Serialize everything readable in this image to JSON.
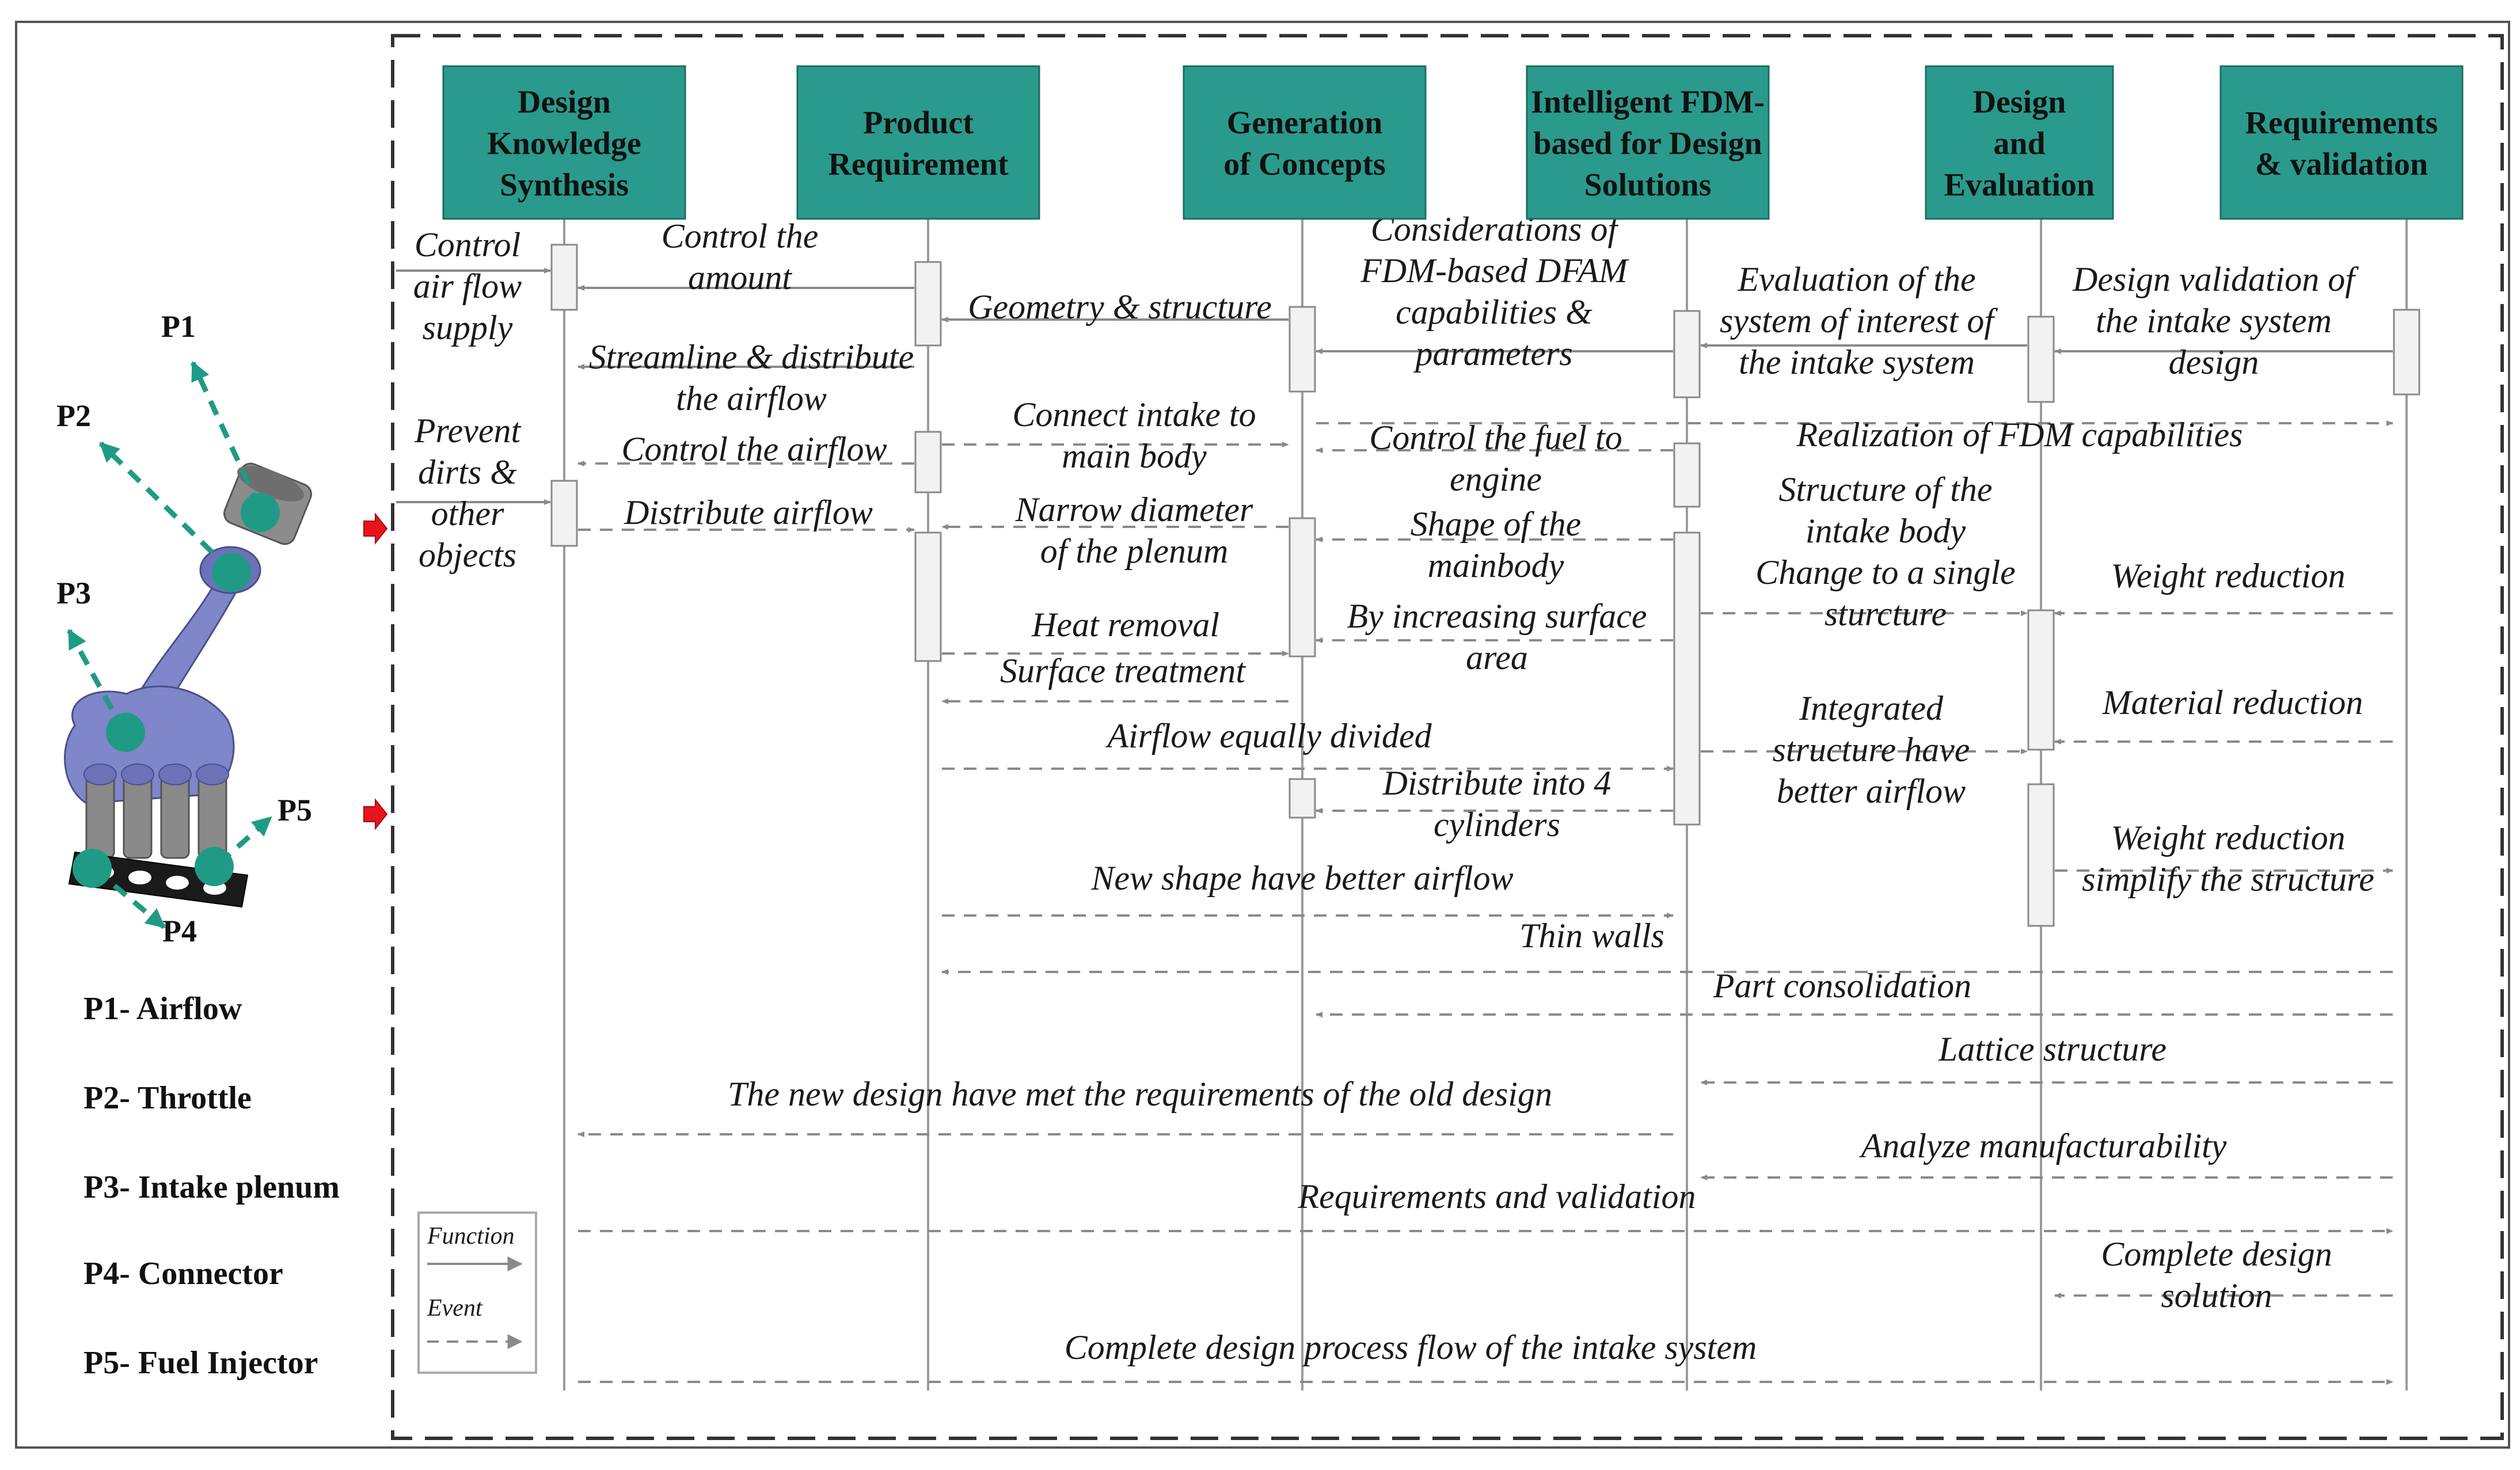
{
  "colors": {
    "header_fill": "#2a9a8c",
    "header_stroke": "#1b6e63",
    "line": "#9b9b9b",
    "arrow_red": "#e8141b",
    "part_blue": "#7f86c9",
    "part_grey": "#8c8c8c",
    "marker_teal": "#1f9a85"
  },
  "headers": [
    [
      "Design",
      "Knowledge",
      "Synthesis"
    ],
    [
      "Product",
      "Requirement"
    ],
    [
      "Generation",
      "of Concepts"
    ],
    [
      "Intelligent FDM-",
      "based for Design",
      "Solutions"
    ],
    [
      "Design",
      "and",
      "Evaluation"
    ],
    [
      "Requirements",
      "& validation"
    ]
  ],
  "messages": [
    {
      "text": [
        "Control the",
        "amount"
      ],
      "from": 1,
      "to": 0,
      "style": "solid"
    },
    {
      "text": [
        "Geometry & structure"
      ],
      "from": 2,
      "to": 1,
      "style": "solid"
    },
    {
      "text": [
        "Considerations of",
        "FDM-based DFAM",
        "capabilities &",
        "parameters"
      ],
      "from": 3,
      "to": 2,
      "style": "solid"
    },
    {
      "text": [
        "Evaluation of the",
        "system of interest of",
        "the intake system"
      ],
      "from": 4,
      "to": 3,
      "style": "solid"
    },
    {
      "text": [
        "Design validation of",
        "the intake system",
        "design"
      ],
      "from": 5,
      "to": 4,
      "style": "solid"
    },
    {
      "text": [
        "Streamline & distribute",
        "the airflow"
      ],
      "from": 1,
      "to": 0,
      "style": "solid"
    },
    {
      "text": [
        "Realization of FDM capabilities"
      ],
      "from": 2,
      "to": 5,
      "style": "dashed"
    },
    {
      "text": [
        "Connect intake to",
        "main body"
      ],
      "from": 1,
      "to": 2,
      "style": "dashed"
    },
    {
      "text": [
        "Control the fuel to",
        "engine"
      ],
      "from": 3,
      "to": 2,
      "style": "dashed"
    },
    {
      "text": [
        "Control the airflow"
      ],
      "from": 1,
      "to": 0,
      "style": "dashed"
    },
    {
      "text": [
        "Distribute airflow"
      ],
      "from": 0,
      "to": 1,
      "style": "dashed"
    },
    {
      "text": [
        "Narrow diameter",
        "of the plenum"
      ],
      "from": 2,
      "to": 1,
      "style": "dashed"
    },
    {
      "text": [
        "Shape of the",
        "mainbody"
      ],
      "from": 3,
      "to": 2,
      "style": "dashed"
    },
    {
      "text": [
        "Structure of the",
        "intake body",
        "Change to a single",
        "sturcture"
      ],
      "from": 3,
      "to": 4,
      "style": "dashed"
    },
    {
      "text": [
        "Weight reduction"
      ],
      "from": 5,
      "to": 4,
      "style": "dashed"
    },
    {
      "text": [
        "Heat removal"
      ],
      "from": 1,
      "to": 2,
      "style": "dashed"
    },
    {
      "text": [
        "By increasing surface",
        "area"
      ],
      "from": 3,
      "to": 2,
      "style": "dashed"
    },
    {
      "text": [
        "Surface treatment"
      ],
      "from": 2,
      "to": 1,
      "style": "dashed"
    },
    {
      "text": [
        "Material reduction"
      ],
      "from": 5,
      "to": 4,
      "style": "dashed"
    },
    {
      "text": [
        "Integrated",
        "structure have",
        "better airflow"
      ],
      "from": 3,
      "to": 4,
      "style": "dashed"
    },
    {
      "text": [
        "Airflow equally divided"
      ],
      "from": 1,
      "to": 3,
      "style": "dashed"
    },
    {
      "text": [
        "Distribute into 4",
        "cylinders"
      ],
      "from": 3,
      "to": 2,
      "style": "dashed"
    },
    {
      "text": [
        "Weight reduction",
        "simplify the structure"
      ],
      "from": 4,
      "to": 5,
      "style": "dashed"
    },
    {
      "text": [
        "New shape have better airflow"
      ],
      "from": 1,
      "to": 3,
      "style": "dashed"
    },
    {
      "text": [
        "Thin walls"
      ],
      "from": 5,
      "to": 1,
      "style": "dashed"
    },
    {
      "text": [
        "Part consolidation"
      ],
      "from": 5,
      "to": 2,
      "style": "dashed"
    },
    {
      "text": [
        "Lattice structure"
      ],
      "from": 5,
      "to": 3,
      "style": "dashed"
    },
    {
      "text": [
        "The new design have met the requirements of the old design"
      ],
      "from": 3,
      "to": 0,
      "style": "dashed"
    },
    {
      "text": [
        "Analyze manufacturability"
      ],
      "from": 5,
      "to": 3,
      "style": "dashed"
    },
    {
      "text": [
        "Requirements and validation"
      ],
      "from": 0,
      "to": 5,
      "style": "dashed"
    },
    {
      "text": [
        "Complete design",
        "solution"
      ],
      "from": 5,
      "to": 4,
      "style": "dashed"
    },
    {
      "text": [
        "Complete design process flow of the intake system"
      ],
      "from": 0,
      "to": 5,
      "style": "dashed"
    }
  ],
  "inputs": [
    {
      "text": [
        "Control",
        "air flow",
        "supply"
      ],
      "to": 0
    },
    {
      "text": [
        "Prevent",
        "dirts &",
        "other",
        "objects"
      ],
      "to": 0
    }
  ],
  "part_labels": [
    "P1",
    "P2",
    "P3",
    "P4",
    "P5"
  ],
  "part_legend": [
    "P1- Airflow",
    "P2- Throttle",
    "P3- Intake plenum",
    "P4- Connector",
    "P5- Fuel Injector"
  ],
  "legend": {
    "function": "Function",
    "event": "Event"
  }
}
